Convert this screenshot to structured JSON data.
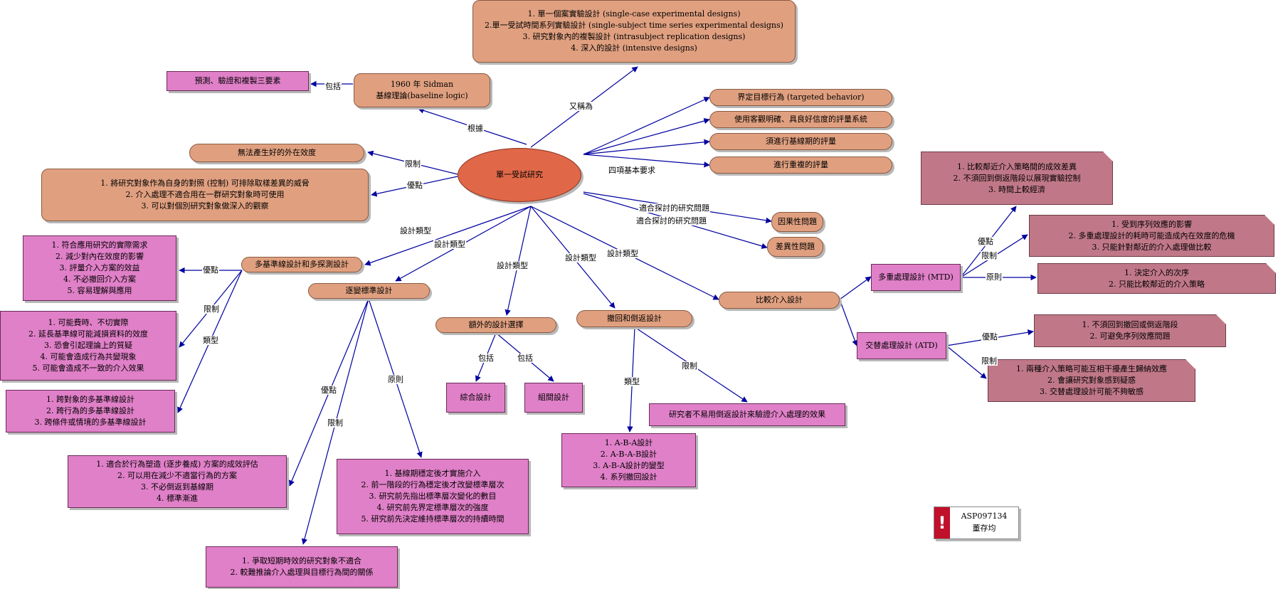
{
  "center": "單一受試研究",
  "nodes": {
    "aliases": "1. 單一個案實驗設計 (single-case experimental designs)\n2.單一受試時間系列實驗設計 (single-subject time series experimental designs)\n3. 研究對象內的複製設計 (intrasubject replication designs)\n4. 深入的設計 (intensive designs)",
    "sidman": "1960 年 Sidman\n基線理論(baseline logic)",
    "three_elements": "預測、驗證和複製三要素",
    "no_external": "無法產生好的外在效度",
    "advantages": "1. 將研究對象作為自身的對照 (控制) 可排除取樣差異的威脅\n2. 介入處理不適合用在一群研究對象時可使用\n3. 可以對個別研究對象做深入的觀察",
    "req1": "界定目標行為 (targeted behavior)",
    "req2": "使用客觀明確、具良好信度的評量系統",
    "req3": "須進行基線期的評量",
    "req4": "進行重複的評量",
    "causal": "因果性問題",
    "difference": "差異性問題",
    "multiple_baseline": "多基準線設計和多探測設計",
    "mb_advantages": "1. 符合應用研究的實際需求\n2. 減少對內在效度的影響\n3. 評量介入方案的效益\n4. 不必撤回介入方案\n5. 容易理解與應用",
    "mb_limits": "1. 可能費時、不切實際\n2. 延長基準線可能減損資料的效度\n3. 恐會引起理論上的質疑\n4. 可能會造成行為共變現象\n5. 可能會造成不一致的介入效果",
    "mb_types": "1. 跨對象的多基準線設計\n2. 跨行為的多基準線設計\n3. 跨條件或情境的多基準線設計",
    "changing": "逐變標準設計",
    "cc_advantages": "1. 適合於行為塑造 (逐步養成) 方案的成效評估\n2. 可以用在減少不適當行為的方案\n3. 不必倒返到基線期\n4. 標準漸進",
    "cc_rules": "1. 基線期穩定後才實施介入\n2. 前一階段的行為穩定後才改變標準層次\n3. 研究前先指出標準層次變化的數目\n4. 研究前先界定標準層次的強度\n5. 研究前先決定維持標準層次的持續時間",
    "cc_limits": "1. 爭取短期時效的研究對象不適合\n2. 較難推論介入處理與目標行為間的關係",
    "extra": "額外的設計選擇",
    "combined": "綜合設計",
    "group": "組間設計",
    "withdrawal": "撤回和倒返設計",
    "aba_types": "1. A-B-A設計\n2. A-B-A-B設計\n3. A-B-A設計的變型\n4. 系列撤回設計",
    "w_limit": "研究者不易用倒返設計來驗證介入處理的效果",
    "compare": "比較介入設計",
    "mtd": "多重處理設計 (MTD)",
    "atd": "交替處理設計 (ATD)",
    "mtd_adv": "1. 比較鄰近介入策略間的成效差異\n2. 不須回到倒返階段以展現實驗控制\n3. 時間上較經濟",
    "mtd_lim": "1. 受到序列效應的影響\n2. 多重處理設計的耗時可能造成內在效度的危機\n3. 只能針對鄰近的介入處理做比較",
    "mtd_rule": "1. 決定介入的次序\n2. 只能比較鄰近的介入策略",
    "atd_adv": "1. 不須回到撤回或倒返階段\n2. 可避免序列效應問題",
    "atd_lim": "1. 兩種介入策略可能互相干擾產生歸納效應\n2. 會讓研究對象感到疑惑\n3. 交替處理設計可能不夠敏感"
  },
  "labels": {
    "alias": "又稱為",
    "basis": "根據",
    "include": "包括",
    "limit": "限制",
    "advantage": "優點",
    "requirements": "四項基本要求",
    "suitable": "適合探討的研究問題",
    "design_type": "設計類型",
    "type": "類型",
    "rule": "原則"
  },
  "badge": {
    "text": "ASP097134\n董存均",
    "icon": "!"
  },
  "colors": {
    "center": "#e06848",
    "tan": "#e0a080",
    "pink": "#e080c8",
    "mauve": "#c07888",
    "line": "#0000a0"
  }
}
